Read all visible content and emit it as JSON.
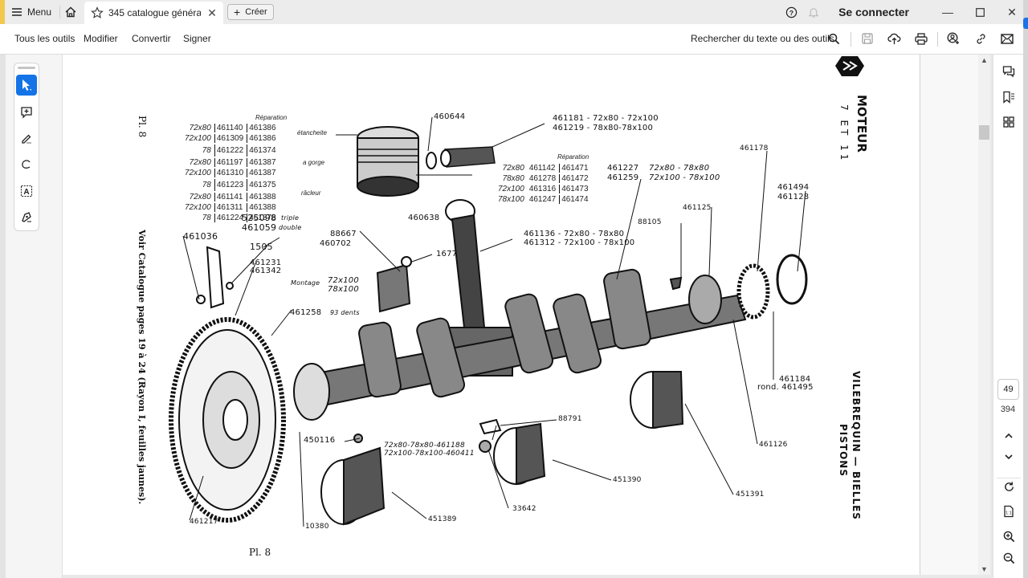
{
  "titlebar": {
    "menu_label": "Menu",
    "tab_title": "345 catalogue général...",
    "create_label": "Créer",
    "signin_label": "Se connecter",
    "icons": [
      "menu-icon",
      "home-icon",
      "star-icon",
      "close-icon",
      "plus-icon",
      "help-icon",
      "bell-icon",
      "minimize-icon",
      "maximize-icon",
      "close-window-icon"
    ]
  },
  "toolbar": {
    "menu_items": [
      "Tous les outils",
      "Modifier",
      "Convertir",
      "Signer"
    ],
    "search_label": "Rechercher du texte ou des outils",
    "icons": [
      "search-icon",
      "save-icon",
      "upload-cloud-icon",
      "print-icon",
      "add-user-icon",
      "link-icon",
      "email-icon"
    ]
  },
  "left_tools": [
    "select-tool",
    "add-comment-tool",
    "highlight-tool",
    "draw-freehand-tool",
    "text-select-tool",
    "sign-tool"
  ],
  "right_panel": {
    "icons": [
      "comments-icon",
      "bookmarks-icon",
      "thumbnails-icon"
    ],
    "current_page": "49",
    "total_pages": "394",
    "bottom_icons": [
      "page-up-icon",
      "page-down-icon",
      "rotate-icon",
      "fit-page-icon",
      "zoom-in-icon",
      "zoom-out-icon"
    ]
  },
  "document": {
    "plate_label_top": "Pl. 8",
    "plate_label_bottom": "Pl. 8",
    "side_note": "Voir Catalogue pages 19 à 24 (Rayon I, feuilles jaunes).",
    "brand_title": "MOTEUR",
    "brand_sub": "7 ET 11",
    "section_title_line1": "VILEBREQUIN — BIELLES",
    "section_title_line2": "PISTONS",
    "rings_header": "Réparation",
    "rings_groups": [
      {
        "label": "étancheite",
        "rows": [
          [
            "72x80",
            "461140",
            "461386"
          ],
          [
            "72x100",
            "461309",
            "461386"
          ],
          [
            "78",
            "461222",
            "461374"
          ]
        ]
      },
      {
        "label": "a gorge",
        "rows": [
          [
            "72x80",
            "461197",
            "461387"
          ],
          [
            "72x100",
            "461310",
            "461387"
          ],
          [
            "78",
            "461223",
            "461375"
          ]
        ]
      },
      {
        "label": "râcleur",
        "rows": [
          [
            "72x80",
            "461141",
            "461388"
          ],
          [
            "72x100",
            "461311",
            "461388"
          ],
          [
            "78",
            "461224",
            "461376"
          ]
        ]
      }
    ],
    "piston_header": "Réparation",
    "piston_rows": [
      [
        "72x80",
        "461142",
        "461471"
      ],
      [
        "78x80",
        "461278",
        "461472"
      ],
      [
        "72x100",
        "461316",
        "461473"
      ],
      [
        "78x100",
        "461247",
        "461474"
      ]
    ],
    "labels": {
      "l460644": "460644",
      "l461181": "461181 - 72x80 - 72x100",
      "l461219": "461219 - 78x80-78x100",
      "l461227": "461227",
      "l461259": "461259",
      "l461227_dims1": "72x80 - 78x80",
      "l461227_dims2": "72x100 - 78x100",
      "l461178": "461178",
      "l461494": "461494",
      "l461128": "461128",
      "l461125": "461125",
      "l88105": "88105",
      "l460638": "460638",
      "l461136": "461136 - 72x80 - 78x80",
      "l461312": "461312 - 72x100 - 78x100",
      "l525098": "525098",
      "l525098_note": "triple",
      "l461059": "461059",
      "l461059_note": "double",
      "l461036": "461036",
      "l1505": "1505",
      "l461231": "461231",
      "l461342": "461342",
      "l88667": "88667",
      "l460702": "460702",
      "l1677": "1677",
      "montage": "Montage",
      "montage_1": "72x100",
      "montage_2": "78x100",
      "l461258": "461258",
      "l461258_note": "93 dents",
      "l461184": "461184",
      "l461495": "rond. 461495",
      "l88791": "88791",
      "l450116": "450116",
      "l461188": "72x80-78x80-461188",
      "l460411": "72x100-78x100-460411",
      "l461126": "461126",
      "l451390": "451390",
      "l451391": "451391",
      "l33642": "33642",
      "l451389": "451389",
      "l461217": "461217",
      "l10380": "10380"
    }
  }
}
